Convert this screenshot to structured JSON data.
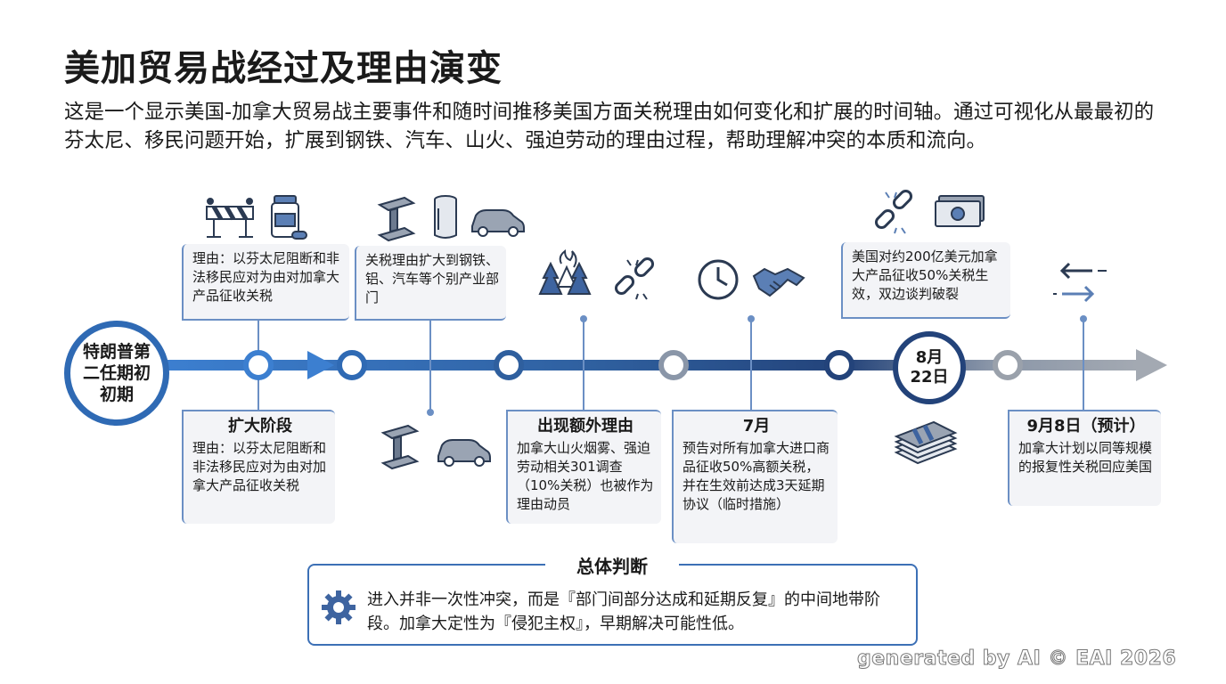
{
  "title": "美加贸易战经过及理由演变",
  "subtitle": "这是一个显示美国-加拿大贸易战主要事件和随时间推移美国方面关税理由如何变化和扩展的时间轴。通过可视化从最最初的芬太尼、移民问题开始，扩展到钢铁、汽车、山火、强迫劳动的理由过程，帮助理解冲突的本质和流向。",
  "timeline": {
    "start_label": "特朗普第二任期初初期",
    "aug_label": "8月22日",
    "cards": {
      "up1": {
        "text": "理由：以芬太尼阻断和非法移民应对为由对加拿大产品征收关税"
      },
      "up2": {
        "text": "关税理由扩大到钢铁、铝、汽车等个别产业部门"
      },
      "up3": {
        "text": "美国对约200亿美元加拿大产品征收50%关税生效，双边谈判破裂"
      },
      "down1": {
        "head": "扩大阶段",
        "text": "理由：以芬太尼阻断和非法移民应对为由对加拿大产品征收关税"
      },
      "down2": {
        "head": "出现额外理由",
        "text": "加拿大山火烟雾、强迫劳动相关301调查（10%关税）也被作为理由动员"
      },
      "down3": {
        "head": "7月",
        "text": "预告对所有加拿大进口商品征收50%高额关税，并在生效前达成3天延期协议（临时措施）"
      },
      "down4": {
        "head": "9月8日（预计）",
        "text": "加拿大计划以同等规模的报复性关税回应美国"
      }
    },
    "icons": [
      "barrier-icon",
      "pill-bottle-icon",
      "steel-beam-icon",
      "can-icon",
      "car-icon",
      "forest-fire-icon",
      "broken-chain-icon",
      "clock-icon",
      "handshake-icon",
      "broken-chain-icon",
      "money-icon",
      "arrows-exchange-icon",
      "money-stack-icon"
    ]
  },
  "summary": {
    "title": "总体判断",
    "text": "进入并非一次性冲突，而是『部门间部分达成和延期反复』的中间地带阶段。加拿大定性为『侵犯主权』，早期解决可能性低。"
  },
  "colors": {
    "dark_blue": "#23437a",
    "mid_blue": "#2f6ab4",
    "gray": "#9aa1ab"
  },
  "watermark": "generated by AI © EAI 2026"
}
